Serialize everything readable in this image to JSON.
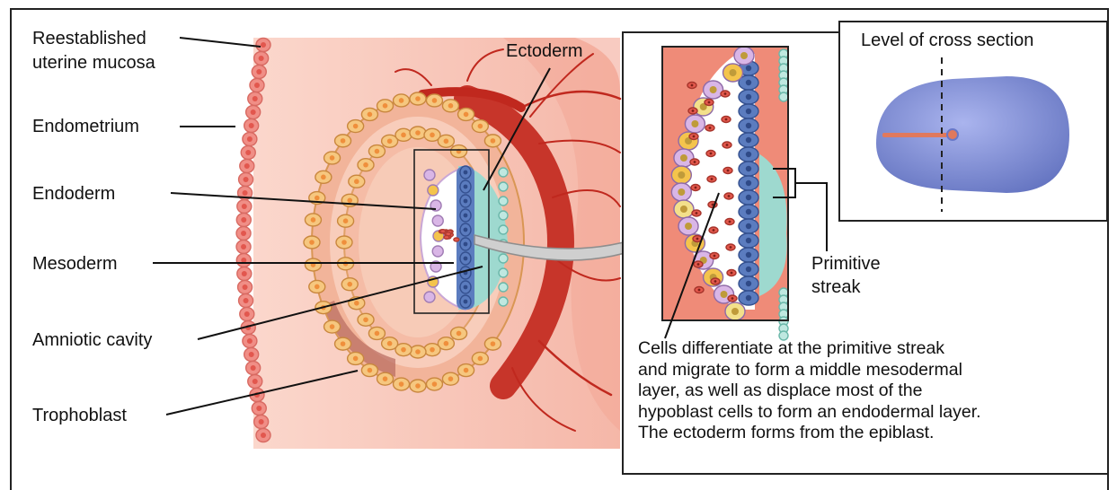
{
  "labels": {
    "reestablished_line1": "Reestablished",
    "reestablished_line2": "uterine mucosa",
    "endometrium": "Endometrium",
    "endoderm": "Endoderm",
    "mesoderm": "Mesoderm",
    "amniotic_cavity": "Amniotic cavity",
    "trophoblast": "Trophoblast",
    "ectoderm": "Ectoderm",
    "primitive_streak_line1": "Primitive",
    "primitive_streak_line2": "streak",
    "level_of_cross_section": "Level of cross section"
  },
  "caption": {
    "lines": [
      "Cells differentiate at the primitive streak",
      "and migrate to form a middle mesodermal",
      "layer, as well as displace most of the",
      "hypoblast cells to form an endodermal layer.",
      "The ectoderm forms from the epiblast."
    ]
  },
  "colors": {
    "uterine_wall": "#f8c8bb",
    "mucosa_cells": "#f08e86",
    "trophoblast_cells": "#f6c77f",
    "blood_vessels": "#c0281e",
    "ectoderm": "#5b7cbf",
    "endoderm_yolk": "#9ed9cf",
    "mesoderm_cells": "#e3584c",
    "embryo_disc": "#8592d0"
  }
}
